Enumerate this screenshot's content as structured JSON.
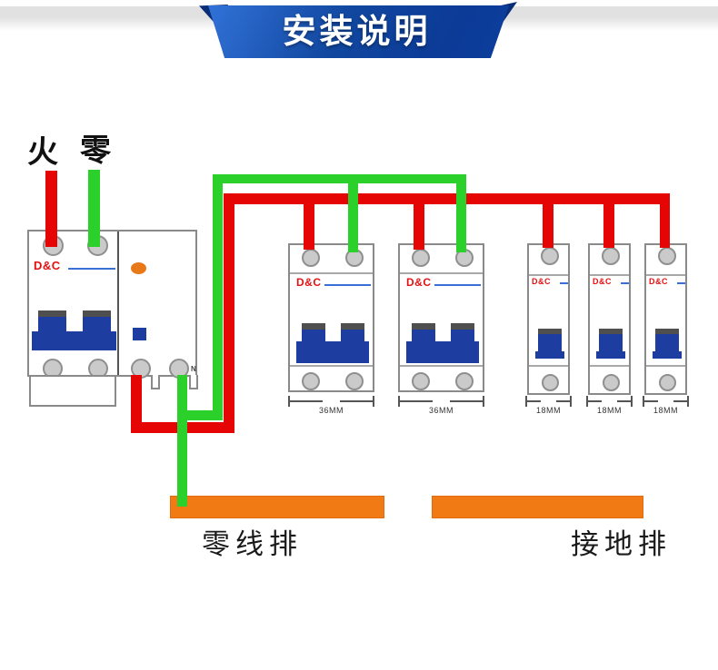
{
  "header": {
    "title": "安装说明"
  },
  "supply": {
    "live_label": "火",
    "neutral_label": "零"
  },
  "main_breaker": {
    "logo": "D&C",
    "n_label": "N"
  },
  "breakers": {
    "two_pole": [
      {
        "logo": "D&C",
        "width_label": "36MM"
      },
      {
        "logo": "D&C",
        "width_label": "36MM"
      }
    ],
    "single_pole": [
      {
        "logo": "D&C",
        "width_label": "18MM"
      },
      {
        "logo": "D&C",
        "width_label": "18MM"
      },
      {
        "logo": "D&C",
        "width_label": "18MM"
      }
    ]
  },
  "bus_bars": {
    "neutral_label": "零线排",
    "ground_label": "接地排"
  },
  "icons": {
    "indicator-light": "orange oval lamp on RCD module",
    "test-button": "small blue square",
    "terminal": "gray circular screw terminal",
    "breaker-toggle": "blue rocker handle with dark cap"
  },
  "colors": {
    "live-wire": "#e60505",
    "neutral-wire": "#2bd02b",
    "bus-bar": "#f17a15",
    "toggle-blue": "#1e3da0",
    "toggle-cap": "#4f4f4f",
    "brand-red": "#e31212",
    "brand-line": "#3a6fd8",
    "banner-blue": "#11479f",
    "banner-dark": "#0a2d78",
    "indicator-orange": "#e87818"
  }
}
